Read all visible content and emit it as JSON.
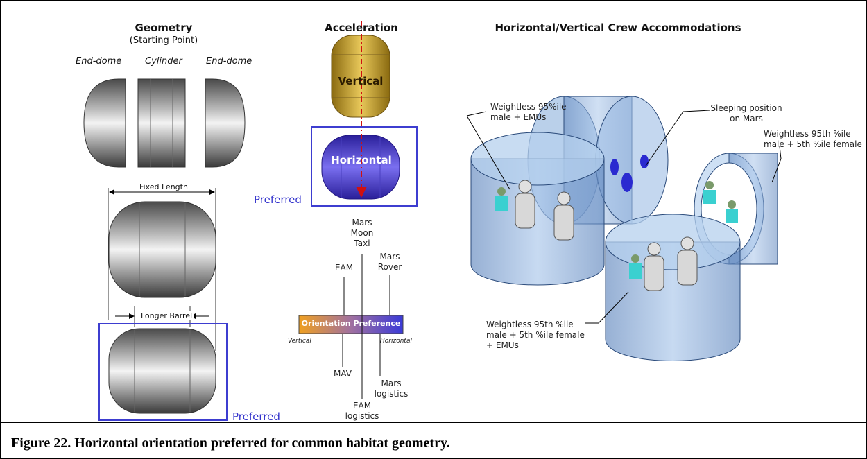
{
  "geometry": {
    "title": "Geometry",
    "subtitle": "(Starting Point)",
    "labels": [
      "End-dome",
      "Cylinder",
      "End-dome"
    ],
    "fixed_length": "Fixed Length",
    "longer_barrel": "Longer Barrel",
    "preferred": "Preferred"
  },
  "acceleration": {
    "title": "Acceleration",
    "vertical": "Vertical",
    "horizontal": "Horizontal",
    "preferred": "Preferred"
  },
  "orientation": {
    "bar_label": "Orientation Preference",
    "left_end": "Vertical",
    "right_end": "Horizontal",
    "above": [
      "EAM",
      "Mars\nMoon\nTaxi",
      "Mars\nRover"
    ],
    "below": [
      "MAV",
      "EAM\nlogistics",
      "Mars\nlogistics"
    ]
  },
  "crew": {
    "title": "Horizontal/Vertical Crew Accommodations",
    "callout_1": "Weightless 95%ile\nmale + EMUs",
    "callout_2": "Sleeping position\non Mars",
    "callout_3": "Weightless 95th %ile\nmale + 5th %ile female",
    "callout_4": "Weightless 95th %ile\nmale + 5th %ile female\n+ EMUs"
  },
  "caption": "Figure 22. Horizontal orientation preferred for common habitat geometry.",
  "colors": {
    "accent_blue": "#3d3dd0",
    "module_gray": "#8a8a8a",
    "vertical_gold": "#c9a227",
    "horizontal_purple": "#4a3fd0",
    "habitat_blue": "#7fa8d8",
    "gradient_left": "#f0a020",
    "gradient_right": "#3a3ad8"
  }
}
